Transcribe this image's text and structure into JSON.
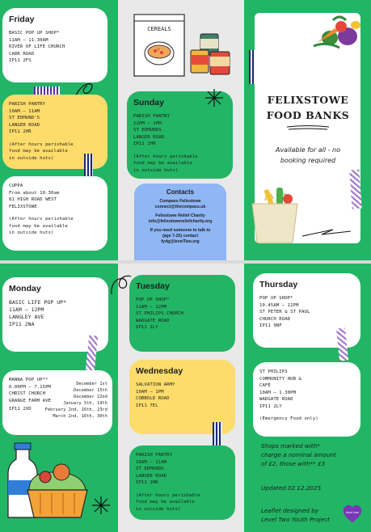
{
  "friday": {
    "day": "Friday",
    "lines": [
      "BASIC POP UP SHOP*",
      "11AM – 11.30AM",
      "RIVER OF LIFE CHURCH",
      "CARR ROAD",
      "IP11 2FS"
    ]
  },
  "parish_pantry_friday": {
    "lines": [
      "PARISH PANTRY",
      "10AM – 11AM",
      "ST EDMUND'S",
      "LANGER ROAD",
      "IP11 2HR"
    ],
    "note": [
      "(After hours perishable",
      "food may be available",
      "in outside huts)"
    ]
  },
  "cuppa": {
    "lines": [
      "CUPPA",
      "From about 10.30am",
      "81 HIGH ROAD WEST",
      "FELIXSTOWE"
    ],
    "note": [
      "(After hours perishable",
      "food may be available",
      "in outside huts)"
    ]
  },
  "cereal_box_text": "CEREALS",
  "sunday": {
    "day": "Sunday",
    "lines": [
      "PARISH PANTRY",
      "12PM – 1PM",
      "ST EDMUNDS",
      "LANGER ROAD",
      "IP11 2HR"
    ],
    "note": [
      "(After hours perishable",
      "food may be available",
      "in outside huts)"
    ]
  },
  "contacts": {
    "title": "Contacts",
    "lines": [
      "Compass Felixstowe",
      "connect@thecompass.uk",
      "",
      "Felixstowe Relief Charity",
      "info@felixstowereliefcharity.org",
      "",
      "If you need someone to talk to",
      "(age 7-25) contact",
      "fydg@levelTwo.org"
    ]
  },
  "cover": {
    "title_line1": "FELIXSTOWE",
    "title_line2": "FOOD BANKS",
    "subtitle_line1": "Available for all - no",
    "subtitle_line2": "booking required"
  },
  "monday": {
    "day": "Monday",
    "lines": [
      "BASIC LIFE POP UP*",
      "11AM – 12PM",
      "LANGLEY AVE",
      "IP11 2NA"
    ]
  },
  "manna": {
    "lines": [
      "MANNA POP UP**",
      "6.00PM – 7.15PM",
      "CHRIST CHURCH",
      "GRANGE FARM AVE",
      "IP11 2XD"
    ],
    "dates": [
      "December 1st",
      "December 15th",
      "December 22nd",
      "January 5th, 19th",
      "February 2nd, 16th, 23rd",
      "March 2nd, 16th, 30th"
    ]
  },
  "tuesday": {
    "day": "Tuesday",
    "lines": [
      "POP UP SHOP*",
      "11AM – 12PM",
      "ST PHILIPS CHURCH",
      "WADGATE ROAD",
      "IP11 2LY"
    ]
  },
  "wednesday": {
    "day": "Wednesday",
    "lines": [
      "SALVATION ARMY",
      "10AM – 1PM",
      "COBBOLD ROAD",
      "IP11 7EL"
    ]
  },
  "parish_pantry_wednesday": {
    "lines": [
      "PARISH PANTRY",
      "10AM – 11AM",
      "ST EDMUNDS",
      "LANGER ROAD",
      "IP11 2HR"
    ],
    "note": [
      "(After hours perishable",
      "food may be available",
      "in outside huts)"
    ]
  },
  "thursday": {
    "day": "Thursday",
    "lines": [
      "POP UP SHOP*",
      "10.45AM – 12PM",
      "ST PETER & ST PAUL",
      "CHURCH ROAD",
      "IP11 9NF"
    ]
  },
  "st_philips": {
    "lines": [
      "ST PHILIPS",
      "COMMUNITY HUB &",
      "CAFÉ",
      "10AM – 1.30PM",
      "WADGATE ROAD",
      "IP11 2LY"
    ],
    "note": "(Emergency Food only)"
  },
  "footer": {
    "shops_note": [
      "Shops marked with*",
      "charge a nominal amount",
      "of £2, those with** £3"
    ],
    "updated": "Updated 02.12.2025",
    "designed": [
      "Leaflet designed by",
      "Level Two Youth Project"
    ],
    "logo_text": "level two"
  },
  "colors": {
    "green": "#22b565",
    "yellow": "#fddc6b",
    "blue": "#8fb6f5",
    "grey": "#e9e9e9",
    "purple": "#5a2ea6"
  }
}
